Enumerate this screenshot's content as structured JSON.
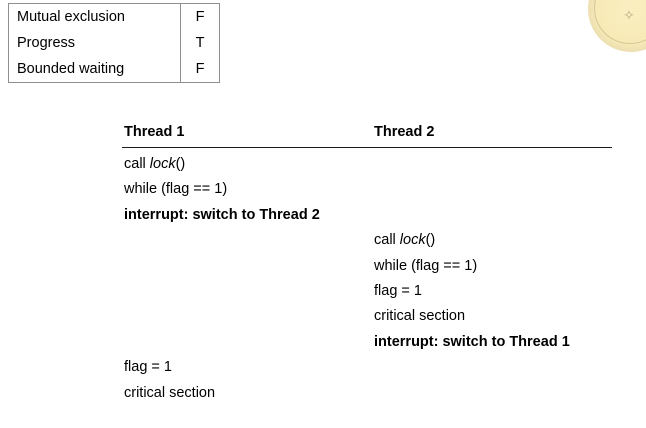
{
  "properties_table": {
    "rows": [
      {
        "label": "Mutual exclusion",
        "value": "F"
      },
      {
        "label": "Progress",
        "value": "T"
      },
      {
        "label": "Bounded waiting",
        "value": "F"
      }
    ]
  },
  "trace_table": {
    "headers": {
      "thread1": "Thread 1",
      "thread2": "Thread 2"
    },
    "rows": [
      {
        "thread1_pre": "call ",
        "thread1_em": "lock",
        "thread1_post": "()",
        "thread1_bold": false,
        "thread2": ""
      },
      {
        "thread1": "while (flag == 1)",
        "thread1_bold": false,
        "thread2": ""
      },
      {
        "thread1": "interrupt: switch to Thread 2",
        "thread1_bold": true,
        "thread2": ""
      },
      {
        "thread1": "",
        "thread2_pre": "call ",
        "thread2_em": "lock",
        "thread2_post": "()",
        "thread2_bold": false
      },
      {
        "thread1": "",
        "thread2": "while (flag == 1)",
        "thread2_bold": false
      },
      {
        "thread1": "",
        "thread2": "flag = 1",
        "thread2_bold": false
      },
      {
        "thread1": "",
        "thread2": "critical section",
        "thread2_bold": false
      },
      {
        "thread1": "",
        "thread2": "interrupt: switch to Thread 1",
        "thread2_bold": true
      },
      {
        "thread1": "flag = 1",
        "thread1_bold": false,
        "thread2": ""
      },
      {
        "thread1": "critical section",
        "thread1_bold": false,
        "thread2": ""
      }
    ]
  },
  "corner_seal": {
    "glyph": "✧",
    "color": "#f6e8b0"
  }
}
